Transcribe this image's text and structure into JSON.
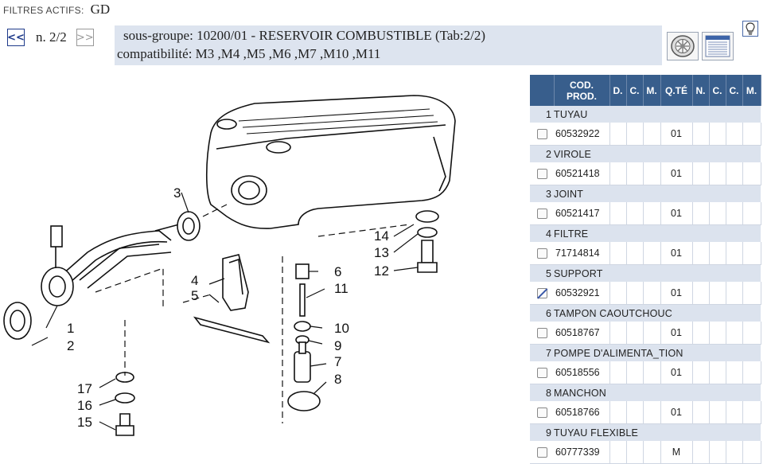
{
  "filters": {
    "label": "FILTRES ACTIFS:",
    "value": "GD"
  },
  "nav": {
    "prev": "<<",
    "page": "n. 2/2",
    "next": ">>"
  },
  "subgroup": {
    "label": "sous-groupe:",
    "value": "10200/01 - RESERVOIR COMBUSTIBLE (Tab:2/2)"
  },
  "compat": {
    "label": "compatibilité:",
    "value": "M3 ,M4 ,M5 ,M6 ,M7 ,M10 ,M11"
  },
  "tools": {
    "wheel": "wheel-icon",
    "list": "list-view-icon",
    "tip": "lightbulb-icon"
  },
  "diagram": {
    "callouts": [
      "1",
      "2",
      "3",
      "4",
      "5",
      "6",
      "7",
      "8",
      "9",
      "10",
      "11",
      "12",
      "13",
      "14",
      "15",
      "16",
      "17"
    ]
  },
  "table": {
    "headers": [
      "COD. PROD.",
      "D.",
      "C.",
      "M.",
      "Q.TÉ",
      "N.",
      "C.",
      "C.",
      "M."
    ],
    "rows": [
      {
        "num": "1",
        "name": "TUYAU",
        "code": "60532922",
        "qty": "01",
        "checked": false
      },
      {
        "num": "2",
        "name": "VIROLE",
        "code": "60521418",
        "qty": "01",
        "checked": false
      },
      {
        "num": "3",
        "name": "JOINT",
        "code": "60521417",
        "qty": "01",
        "checked": false
      },
      {
        "num": "4",
        "name": "FILTRE",
        "code": "71714814",
        "qty": "01",
        "checked": false
      },
      {
        "num": "5",
        "name": "SUPPORT",
        "code": "60532921",
        "qty": "01",
        "checked": true
      },
      {
        "num": "6",
        "name": "TAMPON CAOUTCHOUC",
        "code": "60518767",
        "qty": "01",
        "checked": false
      },
      {
        "num": "7",
        "name": "POMPE D'ALIMENTA_TION",
        "code": "60518556",
        "qty": "01",
        "checked": false
      },
      {
        "num": "8",
        "name": "MANCHON",
        "code": "60518766",
        "qty": "01",
        "checked": false
      },
      {
        "num": "9",
        "name": "TUYAU FLEXIBLE",
        "code": "60777339",
        "qty": "M",
        "checked": false
      }
    ]
  }
}
